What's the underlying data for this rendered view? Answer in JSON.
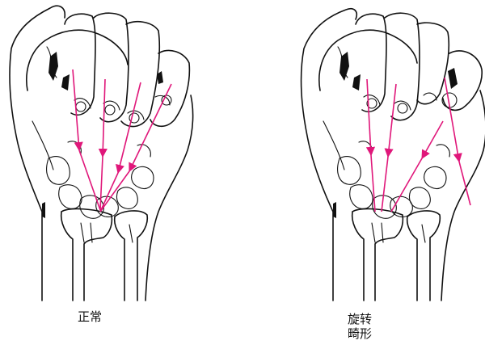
{
  "labels": {
    "normal": "正常",
    "rotational_line1": "旋转",
    "rotational_line2": "畸形"
  },
  "colors": {
    "line_art": "#111111",
    "arrows": "#e0177a"
  }
}
